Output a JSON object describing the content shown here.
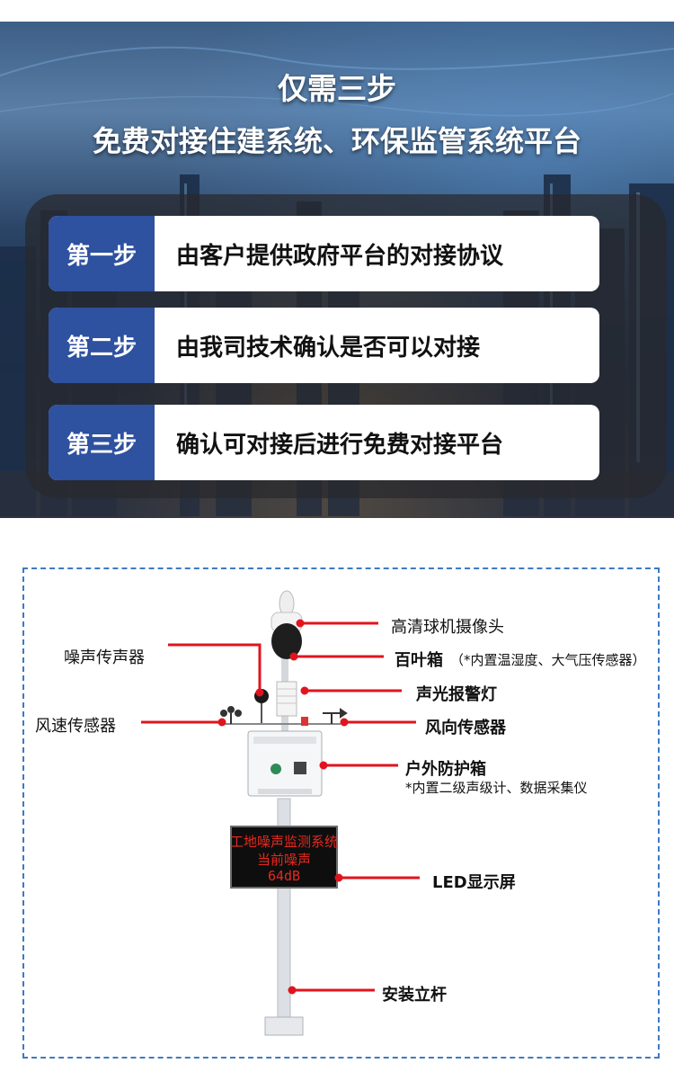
{
  "banner": {
    "title_line1": "仅需三步",
    "title_line2": "免费对接住建系统、环保监管系统平台",
    "steps": [
      {
        "tag": "第一步",
        "text": "由客户提供政府平台的对接协议"
      },
      {
        "tag": "第二步",
        "text": "由我司技术确认是否可以对接"
      },
      {
        "tag": "第三步",
        "text": "确认可对接后进行免费对接平台"
      }
    ]
  },
  "diagram": {
    "labels": {
      "camera": "高清球机摄像头",
      "louver_box": "百叶箱",
      "louver_box_note": "（*内置温湿度、大气压传感器）",
      "microphone": "噪声传声器",
      "alarm_light": "声光报警灯",
      "wind_speed": "风速传感器",
      "wind_direction": "风向传感器",
      "outdoor_box": "户外防护箱",
      "outdoor_box_note": "*内置二级声级计、数据采集仪",
      "led_screen": "LED显示屏",
      "pole": "安装立杆"
    },
    "led_display": {
      "line1": "工地噪声监测系统",
      "line2": "当前噪声",
      "line3": "64dB"
    }
  },
  "colors": {
    "step_tag_bg": "#2e51a0",
    "callout_red": "#e0141e",
    "dashed_border": "#3d7bc2",
    "led_text": "#e8281e"
  }
}
